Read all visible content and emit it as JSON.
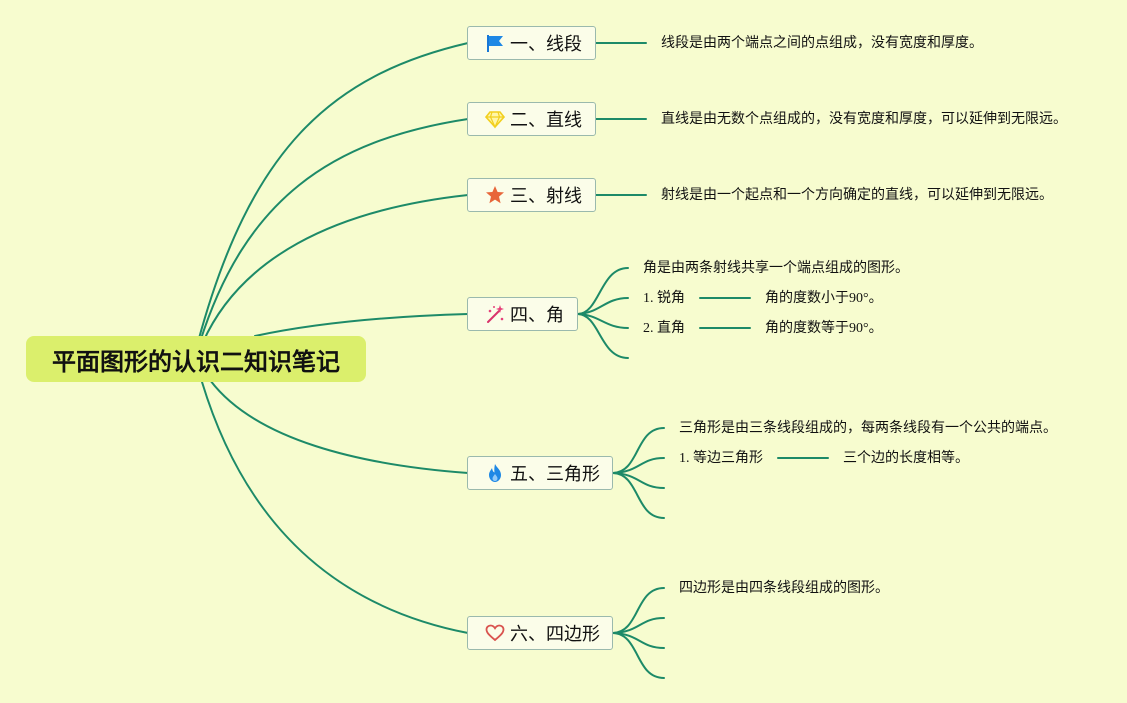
{
  "title": "平面图形的认识二知识笔记",
  "colors": {
    "background": "#f7fccf",
    "root_fill": "#dbef6c",
    "link": "#1d8a68",
    "node_border": "#9ab9ad"
  },
  "branches": [
    {
      "label": "一、线段",
      "icon": "flag-icon",
      "leaves": [
        {
          "text": "线段是由两个端点之间的点组成，没有宽度和厚度。"
        }
      ]
    },
    {
      "label": "二、直线",
      "icon": "diamond-icon",
      "leaves": [
        {
          "text": "直线是由无数个点组成的，没有宽度和厚度，可以延伸到无限远。"
        }
      ]
    },
    {
      "label": "三、射线",
      "icon": "star-icon",
      "leaves": [
        {
          "text": "射线是由一个起点和一个方向确定的直线，可以延伸到无限远。"
        }
      ]
    },
    {
      "label": "四、角",
      "icon": "sparkle-wand-icon",
      "leaves": [
        {
          "text": "角是由两条射线共享一个端点组成的图形。"
        },
        {
          "text": "1. 锐角",
          "detail": "角的度数小于90°。"
        },
        {
          "text": "2. 直角",
          "detail": "角的度数等于90°。"
        },
        {
          "text": ""
        }
      ]
    },
    {
      "label": "五、三角形",
      "icon": "flame-icon",
      "leaves": [
        {
          "text": "三角形是由三条线段组成的，每两条线段有一个公共的端点。"
        },
        {
          "text": "1. 等边三角形",
          "detail": "三个边的长度相等。"
        },
        {
          "text": ""
        },
        {
          "text": ""
        }
      ]
    },
    {
      "label": "六、四边形",
      "icon": "heart-icon",
      "leaves": [
        {
          "text": "四边形是由四条线段组成的图形。"
        },
        {
          "text": ""
        },
        {
          "text": ""
        },
        {
          "text": ""
        }
      ]
    }
  ]
}
